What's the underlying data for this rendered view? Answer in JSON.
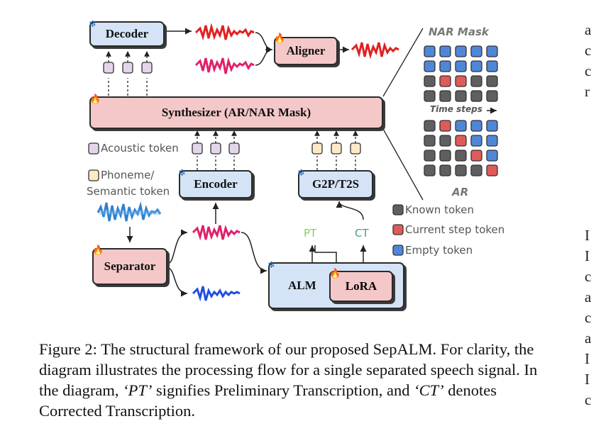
{
  "figure": {
    "boxes": {
      "decoder": "Decoder",
      "aligner": "Aligner",
      "synthesizer": "Synthesizer (AR/NAR Mask)",
      "encoder": "Encoder",
      "g2p": "G2P/T2S",
      "separator": "Separator",
      "alm": "ALM",
      "lora": "LoRA"
    },
    "labels": {
      "acoustic_token": "Acoustic token",
      "phoneme_token_line1": "Phoneme/",
      "phoneme_token_line2": "Semantic token",
      "pt": "PT",
      "ct": "CT",
      "nar_mask": "NAR Mask",
      "time_steps": "Time steps",
      "ar": "AR"
    },
    "legend": {
      "known": "Known token",
      "current": "Current step token",
      "empty": "Empty token"
    },
    "colors": {
      "frozen_box": "#d4e4f6",
      "trainable_box": "#f4c8c8",
      "acoustic_token": "#e3d6ea",
      "phoneme_token": "#fde9c6",
      "known_token": "#5f5f5f",
      "current_token": "#e05a5a",
      "empty_token": "#4f87d8",
      "pt_color": "#7bd45a",
      "ct_color": "#4b9b8b"
    },
    "icons": {
      "frozen": "snowflake-icon",
      "trainable": "flame-icon"
    },
    "nar_grid": [
      [
        "empty",
        "empty",
        "empty",
        "empty",
        "empty"
      ],
      [
        "empty",
        "empty",
        "empty",
        "empty",
        "empty"
      ],
      [
        "known",
        "current",
        "current",
        "known",
        "known"
      ],
      [
        "known",
        "known",
        "known",
        "known",
        "known"
      ]
    ],
    "ar_grid": [
      [
        "known",
        "current",
        "empty",
        "empty",
        "empty"
      ],
      [
        "known",
        "known",
        "current",
        "empty",
        "empty"
      ],
      [
        "known",
        "known",
        "known",
        "current",
        "empty"
      ],
      [
        "known",
        "known",
        "known",
        "known",
        "current"
      ]
    ]
  },
  "caption": {
    "label": "Figure 2:",
    "text_1": " The structural framework of our proposed SepALM. For clarity, the diagram illustrates the processing flow for a single separated speech signal. In the diagram, ",
    "pt_term": "‘PT’",
    "text_2": " signifies Preliminary Transcription, and ",
    "ct_term": "‘CT’",
    "text_3": " denotes Corrected Transcription."
  },
  "margin_text": [
    "a",
    "c",
    "c",
    "r",
    "",
    "",
    "",
    "",
    "",
    "",
    "I",
    "I",
    "c",
    "a",
    "c",
    "a",
    "I",
    "I",
    "c"
  ]
}
